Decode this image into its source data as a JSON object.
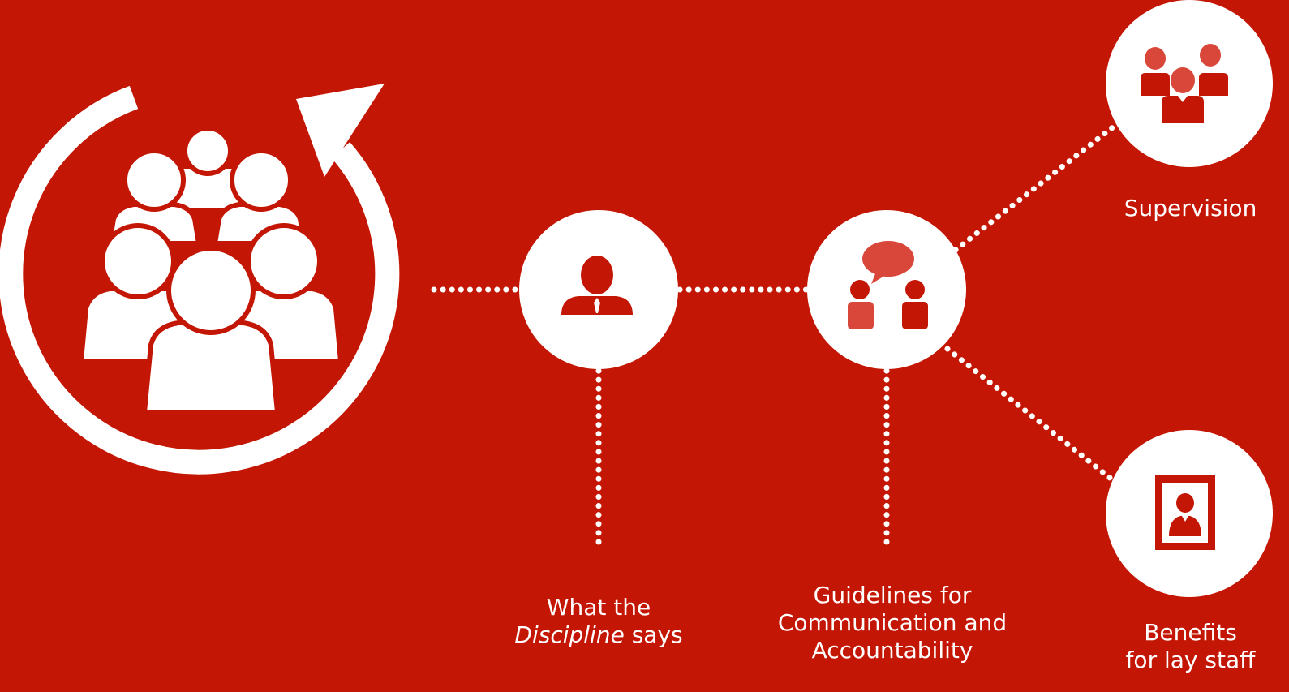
{
  "colors": {
    "background": "#C41604",
    "node_fill": "#FFFFFF",
    "icon_red": "#C41604"
  },
  "nodes": {
    "team_cycle": {
      "icon": "team-cycle-icon"
    },
    "discipline": {
      "icon": "person-tie-icon",
      "label_line1": "What the",
      "label_line2_italic": "Discipline",
      "label_line2_rest": " says"
    },
    "guidelines": {
      "icon": "conversation-icon",
      "label_line1": "Guidelines for",
      "label_line2": "Communication and",
      "label_line3": "Accountability"
    },
    "supervision": {
      "icon": "group-icon",
      "label": "Supervision"
    },
    "benefits": {
      "icon": "portrait-frame-icon",
      "label_line1": "Benefits",
      "label_line2": "for lay staff"
    }
  }
}
